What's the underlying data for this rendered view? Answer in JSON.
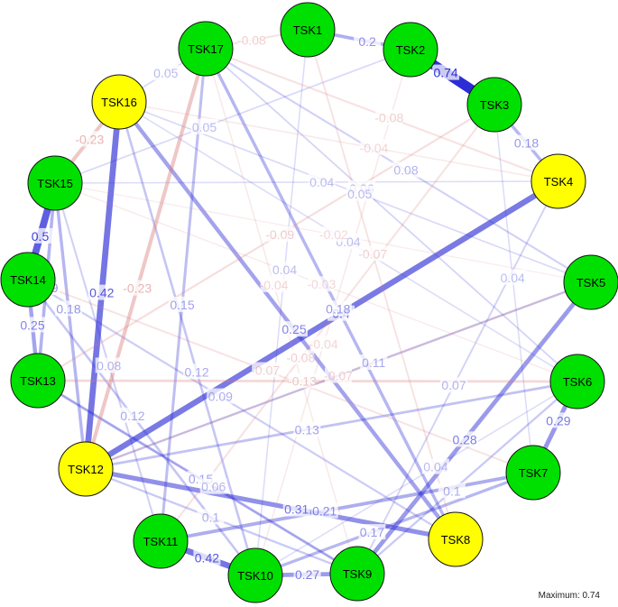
{
  "diagram": {
    "maximum_label": "Maximum: 0.74",
    "max_weight": 0.74,
    "colors": {
      "positive": "#2d2dd6",
      "negative": "#d97a7a",
      "node_green": "#00e000",
      "node_yellow": "#ffff00",
      "node_border": "#111111"
    },
    "nodes": [
      {
        "id": "TSK1",
        "label": "TSK1",
        "color": "green"
      },
      {
        "id": "TSK2",
        "label": "TSK2",
        "color": "green"
      },
      {
        "id": "TSK3",
        "label": "TSK3",
        "color": "green"
      },
      {
        "id": "TSK4",
        "label": "TSK4",
        "color": "yellow"
      },
      {
        "id": "TSK5",
        "label": "TSK5",
        "color": "green"
      },
      {
        "id": "TSK6",
        "label": "TSK6",
        "color": "green"
      },
      {
        "id": "TSK7",
        "label": "TSK7",
        "color": "green"
      },
      {
        "id": "TSK8",
        "label": "TSK8",
        "color": "yellow"
      },
      {
        "id": "TSK9",
        "label": "TSK9",
        "color": "green"
      },
      {
        "id": "TSK10",
        "label": "TSK10",
        "color": "green"
      },
      {
        "id": "TSK11",
        "label": "TSK11",
        "color": "green"
      },
      {
        "id": "TSK12",
        "label": "TSK12",
        "color": "yellow"
      },
      {
        "id": "TSK13",
        "label": "TSK13",
        "color": "green"
      },
      {
        "id": "TSK14",
        "label": "TSK14",
        "color": "green"
      },
      {
        "id": "TSK15",
        "label": "TSK15",
        "color": "green"
      },
      {
        "id": "TSK16",
        "label": "TSK16",
        "color": "yellow"
      },
      {
        "id": "TSK17",
        "label": "TSK17",
        "color": "green"
      }
    ],
    "edges": [
      {
        "from": "TSK2",
        "to": "TSK3",
        "weight": 0.74,
        "label": "0.74"
      },
      {
        "from": "TSK14",
        "to": "TSK15",
        "weight": 0.5,
        "label": "0.5"
      },
      {
        "from": "TSK12",
        "to": "TSK16",
        "weight": 0.42,
        "label": "0.42"
      },
      {
        "from": "TSK10",
        "to": "TSK11",
        "weight": 0.42,
        "label": "0.42"
      },
      {
        "from": "TSK12",
        "to": "TSK4",
        "weight": 0.4,
        "label": "0.4"
      },
      {
        "from": "TSK12",
        "to": "TSK8",
        "weight": 0.31,
        "label": "0.31"
      },
      {
        "from": "TSK6",
        "to": "TSK7",
        "weight": 0.29,
        "label": "0.29"
      },
      {
        "from": "TSK9",
        "to": "TSK5",
        "weight": 0.28,
        "label": "0.28"
      },
      {
        "from": "TSK9",
        "to": "TSK10",
        "weight": 0.27,
        "label": "0.27"
      },
      {
        "from": "TSK16",
        "to": "TSK8",
        "weight": 0.25,
        "label": "0.25"
      },
      {
        "from": "TSK13",
        "to": "TSK14",
        "weight": 0.25,
        "label": "0.25"
      },
      {
        "from": "TSK1",
        "to": "TSK2",
        "weight": 0.2,
        "label": "0.2"
      },
      {
        "from": "TSK11",
        "to": "TSK7",
        "weight": 0.21,
        "label": "0.21"
      },
      {
        "from": "TSK13",
        "to": "TSK15",
        "weight": 0.19,
        "label": "0.19"
      },
      {
        "from": "TSK3",
        "to": "TSK4",
        "weight": 0.18,
        "label": "0.18"
      },
      {
        "from": "TSK17",
        "to": "TSK8",
        "weight": 0.18,
        "label": "0.18"
      },
      {
        "from": "TSK12",
        "to": "TSK15",
        "weight": 0.18,
        "label": "0.18"
      },
      {
        "from": "TSK10",
        "to": "TSK7",
        "weight": 0.17,
        "label": "0.17"
      },
      {
        "from": "TSK12",
        "to": "TSK6",
        "weight": 0.13,
        "label": "0.13"
      },
      {
        "from": "TSK11",
        "to": "TSK17",
        "weight": 0.15,
        "label": "0.15"
      },
      {
        "from": "TSK13",
        "to": "TSK9",
        "weight": 0.15,
        "label": "0.15"
      },
      {
        "from": "TSK10",
        "to": "TSK14",
        "weight": 0.12,
        "label": "0.12"
      },
      {
        "from": "TSK12",
        "to": "TSK5",
        "weight": 0.11,
        "label": "0.11"
      },
      {
        "from": "TSK9",
        "to": "TSK6",
        "weight": 0.1,
        "label": "0.1"
      },
      {
        "from": "TSK12",
        "to": "TSK9",
        "weight": 0.1,
        "label": "0.1"
      },
      {
        "from": "TSK11",
        "to": "TSK15",
        "weight": 0.08,
        "label": "0.08"
      },
      {
        "from": "TSK17",
        "to": "TSK5",
        "weight": 0.08,
        "label": "0.08"
      },
      {
        "from": "TSK8",
        "to": "TSK14",
        "weight": 0.09,
        "label": "0.09"
      },
      {
        "from": "TSK2",
        "to": "TSK15",
        "weight": 0.05,
        "label": "0.05"
      },
      {
        "from": "TSK1",
        "to": "TSK10",
        "weight": 0.04,
        "label": "0.04"
      },
      {
        "from": "TSK4",
        "to": "TSK15",
        "weight": 0.04,
        "label": "0.04"
      },
      {
        "from": "TSK6",
        "to": "TSK16",
        "weight": 0.04,
        "label": "0.04"
      },
      {
        "from": "TSK7",
        "to": "TSK3",
        "weight": 0.04,
        "label": "0.04"
      },
      {
        "from": "TSK10",
        "to": "TSK6",
        "weight": 0.04,
        "label": "0.04"
      },
      {
        "from": "TSK17",
        "to": "TSK6",
        "weight": 0.06,
        "label": "0.06"
      },
      {
        "from": "TSK9",
        "to": "TSK13",
        "weight": 0.06,
        "label": "0.06"
      },
      {
        "from": "TSK9",
        "to": "TSK4",
        "weight": 0.07,
        "label": "0.07"
      },
      {
        "from": "TSK16",
        "to": "TSK5",
        "weight": 0.05,
        "label": "0.05"
      },
      {
        "from": "TSK16",
        "to": "TSK17",
        "weight": 0.05,
        "label": "0.05"
      },
      {
        "from": "TSK16",
        "to": "TSK10",
        "weight": 0.12,
        "label": "0.12"
      },
      {
        "from": "TSK12",
        "to": "TSK17",
        "weight": -0.23,
        "label": "-0.23"
      },
      {
        "from": "TSK16",
        "to": "TSK15",
        "weight": -0.23,
        "label": "-0.23"
      },
      {
        "from": "TSK13",
        "to": "TSK6",
        "weight": -0.13,
        "label": "-0.13"
      },
      {
        "from": "TSK17",
        "to": "TSK4",
        "weight": -0.08,
        "label": "-0.08"
      },
      {
        "from": "TSK1",
        "to": "TSK17",
        "weight": -0.08,
        "label": "-0.08"
      },
      {
        "from": "TSK3",
        "to": "TSK11",
        "weight": -0.08,
        "label": "-0.08"
      },
      {
        "from": "TSK1",
        "to": "TSK8",
        "weight": -0.07,
        "label": "-0.07"
      },
      {
        "from": "TSK14",
        "to": "TSK7",
        "weight": -0.07,
        "label": "-0.07"
      },
      {
        "from": "TSK5",
        "to": "TSK12",
        "weight": -0.07,
        "label": "-0.07"
      },
      {
        "from": "TSK13",
        "to": "TSK3",
        "weight": -0.09,
        "label": "-0.09"
      },
      {
        "from": "TSK2",
        "to": "TSK10",
        "weight": -0.04,
        "label": "-0.04"
      },
      {
        "from": "TSK4",
        "to": "TSK16",
        "weight": -0.04,
        "label": "-0.04"
      },
      {
        "from": "TSK17",
        "to": "TSK9",
        "weight": -0.04,
        "label": "-0.04"
      },
      {
        "from": "TSK5",
        "to": "TSK15",
        "weight": -0.02,
        "label": "-0.02"
      },
      {
        "from": "TSK15",
        "to": "TSK6",
        "weight": -0.03,
        "label": "-0.03"
      }
    ]
  }
}
